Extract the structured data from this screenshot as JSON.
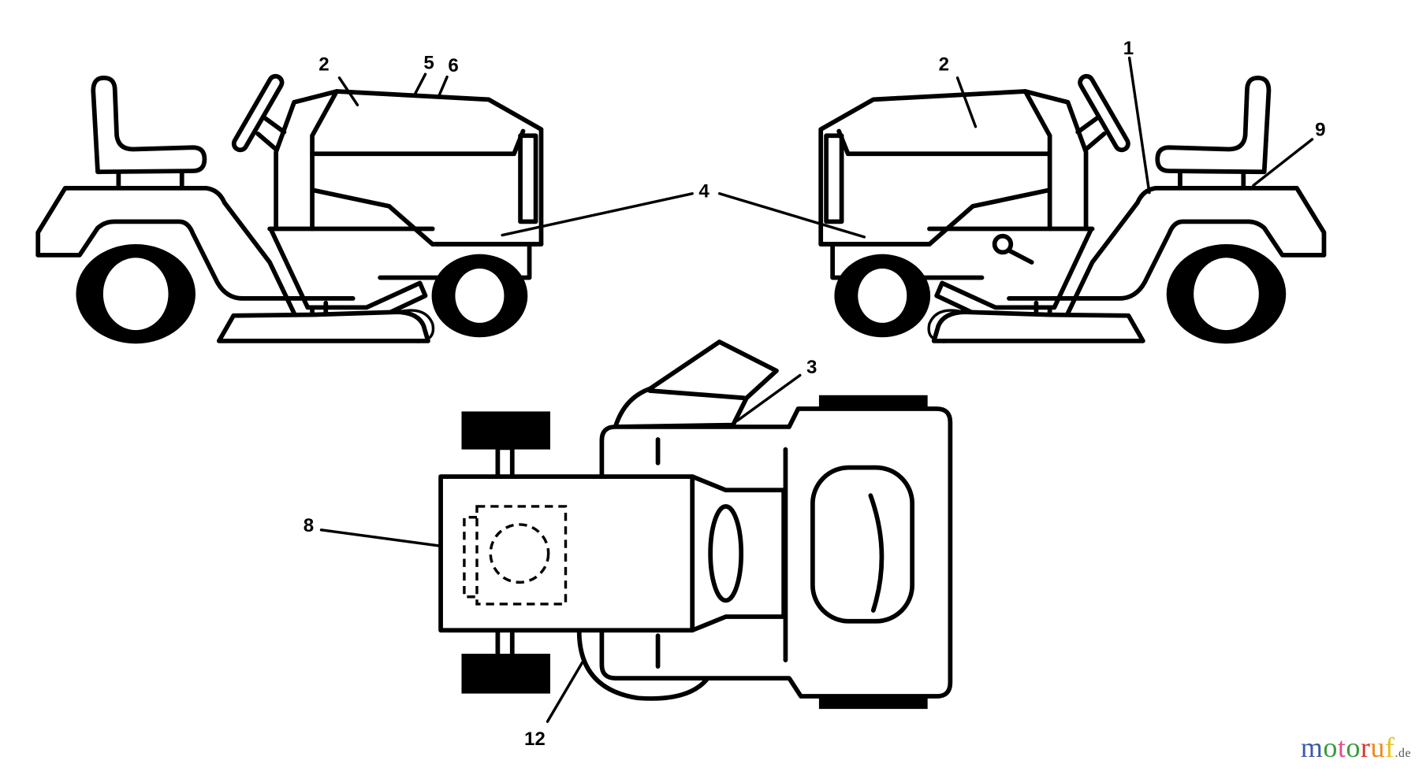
{
  "callouts": {
    "left_2": "2",
    "left_5": "5",
    "left_6": "6",
    "shared_4": "4",
    "right_2": "2",
    "right_1": "1",
    "right_9": "9",
    "top_3": "3",
    "top_8": "8",
    "top_12": "12"
  },
  "watermark": {
    "letters": [
      "m",
      "o",
      "t",
      "o",
      "r",
      "u",
      "f"
    ],
    "colors": [
      "#3b5ba9",
      "#3a9a3a",
      "#e0508a",
      "#3a9a3a",
      "#d9342b",
      "#ee8a1c",
      "#e8c21a"
    ],
    "suffix": ".de"
  }
}
